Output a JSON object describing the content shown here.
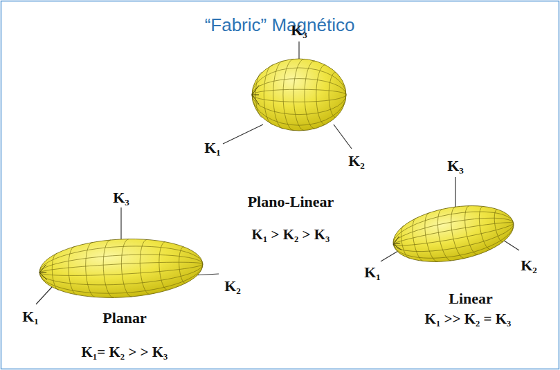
{
  "diagram": {
    "title": "“Fabric” Magnético",
    "labels": [
      "K₃",
      "K₁",
      "K₂",
      "Plano-Linear",
      "K₁ > K₂ > K₃",
      "K₃",
      "K₂",
      "K₁",
      "Planar",
      "K₁= K₂ > > K₃",
      "K₃",
      "K₁",
      "K₂",
      "Linear",
      "K₁ >> K₂ = K₃"
    ]
  }
}
